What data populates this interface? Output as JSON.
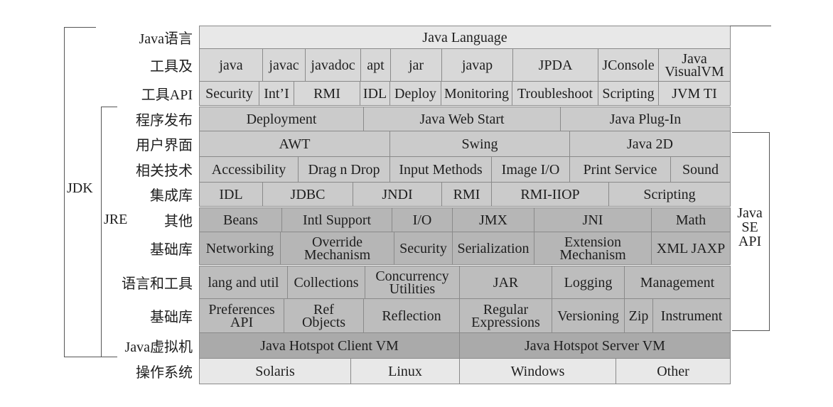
{
  "diagram": {
    "rows": [
      {
        "label": "Java语言",
        "shade": "#e8e8e8",
        "cells": [
          "Java Language"
        ]
      },
      {
        "label": "工具及",
        "shade": "#d8d8d8",
        "cells": [
          "java",
          "javac",
          "javadoc",
          "apt",
          "jar",
          "javap",
          "JPDA",
          "JConsole",
          "Java\nVisualVM"
        ]
      },
      {
        "label": "工具API",
        "shade": "#d8d8d8",
        "cells": [
          "Security",
          "Int’I",
          "RMI",
          "IDL",
          "Deploy",
          "Monitoring",
          "Troubleshoot",
          "Scripting",
          "JVM TI"
        ]
      },
      {
        "label": "程序发布",
        "shade": "#cbcbcb",
        "cells": [
          "Deployment",
          "Java Web Start",
          "Java Plug-In"
        ]
      },
      {
        "label": "用户界面",
        "shade": "#cbcbcb",
        "cells": [
          "AWT",
          "Swing",
          "Java 2D"
        ]
      },
      {
        "label": "相关技术",
        "shade": "#cbcbcb",
        "cells": [
          "Accessibility",
          "Drag n Drop",
          "Input Methods",
          "Image I/O",
          "Print Service",
          "Sound"
        ]
      },
      {
        "label": "集成库",
        "shade": "#cbcbcb",
        "cells": [
          "IDL",
          "JDBC",
          "JNDI",
          "RMI",
          "RMI-IIOP",
          "Scripting"
        ]
      },
      {
        "label": "其他",
        "shade": "#b6b6b6",
        "cells": [
          "Beans",
          "Intl Support",
          "I/O",
          "JMX",
          "JNI",
          "Math"
        ]
      },
      {
        "label": "基础库",
        "shade": "#b6b6b6",
        "cells": [
          "Networking",
          "Override\nMechanism",
          "Security",
          "Serialization",
          "Extension\nMechanism",
          "XML JAXP"
        ]
      },
      {
        "label": "语言和工具",
        "shade": "#bdbdbd",
        "cells": [
          "lang and util",
          "Collections",
          "Concurrency\nUtilities",
          "JAR",
          "Logging",
          "Management"
        ]
      },
      {
        "label": "基础库",
        "shade": "#bdbdbd",
        "cells": [
          "Preferences\nAPI",
          "Ref\nObjects",
          "Reflection",
          "Regular\nExpressions",
          "Versioning",
          "Zip",
          "Instrument"
        ]
      },
      {
        "label": "Java虚拟机",
        "shade": "#aaaaaa",
        "cells": [
          "Java Hotspot Client VM",
          "Java Hotspot Server VM"
        ]
      },
      {
        "label": "操作系统",
        "shade": "#e8e8e8",
        "cells": [
          "Solaris",
          "Linux",
          "Windows",
          "Other"
        ]
      }
    ],
    "brackets": {
      "jdk": "JDK",
      "jre": "JRE",
      "java_se_api": "Java\nSE\nAPI"
    }
  }
}
